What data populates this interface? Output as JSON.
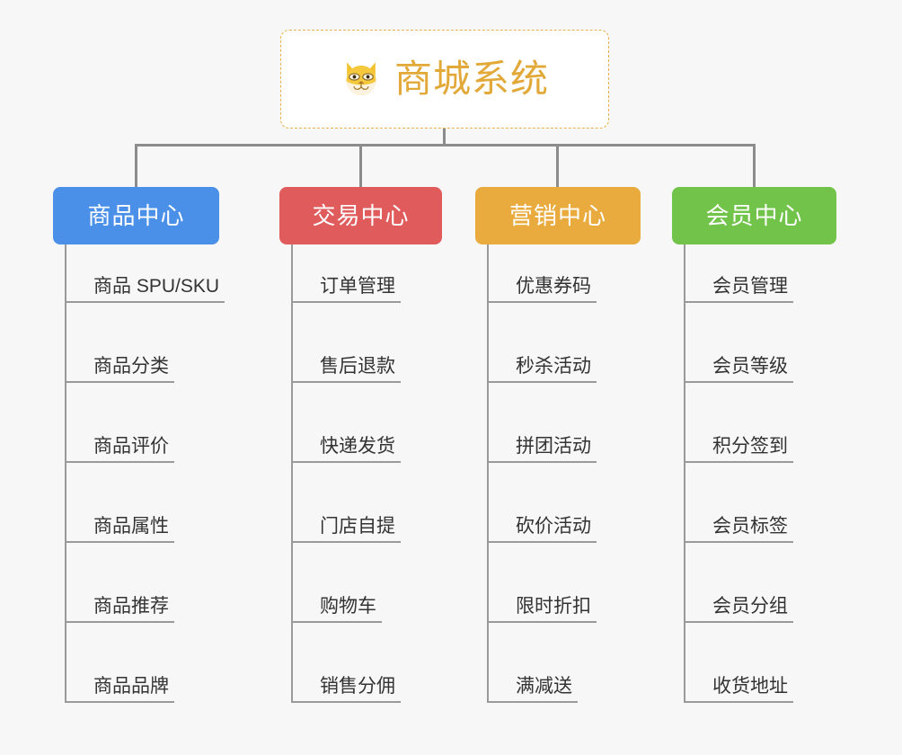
{
  "root": {
    "title": "商城系统",
    "icon": "dog-face-icon",
    "border_color": "#e8b04a",
    "text_color": "#e2a838",
    "background": "#ffffff"
  },
  "canvas": {
    "background": "#f7f7f7",
    "connector_color": "#8c8c8c",
    "leaf_line_color": "#9a9a9a",
    "leaf_text_color": "#333333"
  },
  "branches": [
    {
      "label": "商品中心",
      "color": "#4a90e8",
      "items": [
        "商品 SPU/SKU",
        "商品分类",
        "商品评价",
        "商品属性",
        "商品推荐",
        "商品品牌"
      ]
    },
    {
      "label": "交易中心",
      "color": "#e05c5c",
      "items": [
        "订单管理",
        "售后退款",
        "快递发货",
        "门店自提",
        "购物车",
        "销售分佣"
      ]
    },
    {
      "label": "营销中心",
      "color": "#e9ab3e",
      "items": [
        "优惠券码",
        "秒杀活动",
        "拼团活动",
        "砍价活动",
        "限时折扣",
        "满减送"
      ]
    },
    {
      "label": "会员中心",
      "color": "#71c34a",
      "items": [
        "会员管理",
        "会员等级",
        "积分签到",
        "会员标签",
        "会员分组",
        "收货地址"
      ]
    }
  ]
}
